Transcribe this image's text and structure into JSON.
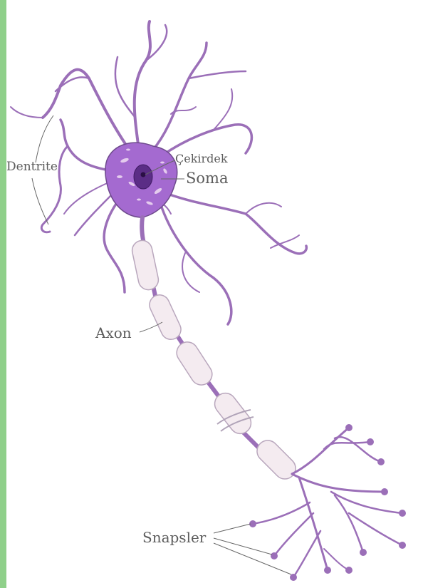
{
  "labels": {
    "dentrite": "Dentrite",
    "cekirdek": "Çekirdek",
    "soma": "Soma",
    "axon": "Axon",
    "snapsler": "Snapsler"
  },
  "colors": {
    "neuron": "#9b6fb8",
    "neuron_outline": "#6e4a8c",
    "soma": "#a46ad0",
    "nucleus": "#5b2d86",
    "myelin": "#f4ebf0",
    "myelin_outline": "#b9a7bd",
    "side_bar": "#8fd08a",
    "label_line": "#666666"
  }
}
